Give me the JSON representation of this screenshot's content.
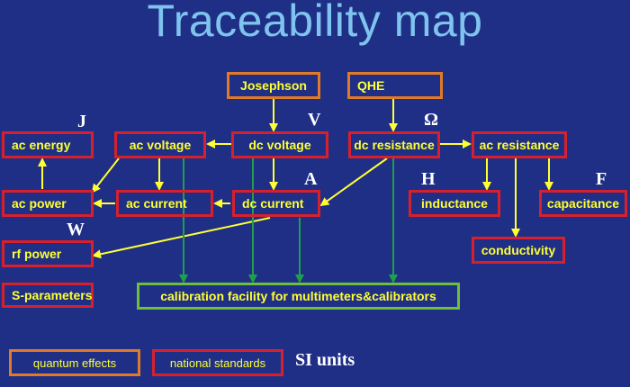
{
  "title": "Traceability map",
  "nodes": {
    "josephson": "Josephson",
    "qhe": "QHE",
    "ac_energy": "ac energy",
    "ac_voltage": "ac voltage",
    "dc_voltage": "dc voltage",
    "dc_resistance": "dc resistance",
    "ac_resistance": "ac resistance",
    "ac_power": "ac power",
    "ac_current": "ac current",
    "dc_current": "dc current",
    "inductance": "inductance",
    "capacitance": "capacitance",
    "rf_power": "rf power",
    "conductivity": "conductivity",
    "s_parameters": "S-parameters",
    "calibration": "calibration facility for multimeters&calibrators"
  },
  "units": {
    "J": "J",
    "V": "V",
    "ohm": "Ω",
    "A": "A",
    "H": "H",
    "F": "F",
    "W": "W"
  },
  "legend": {
    "quantum": "quantum effects",
    "national": "national standards",
    "si_units": "SI units"
  },
  "colors": {
    "background": "#1f2f86",
    "title": "#7fc4ee",
    "national_border": "#d8202c",
    "quantum_border": "#e07a26",
    "facility_border": "#6dbe3a",
    "box_text": "#ffff33",
    "yellow_arrow": "#ffff33",
    "green_arrow": "#1fa048"
  }
}
